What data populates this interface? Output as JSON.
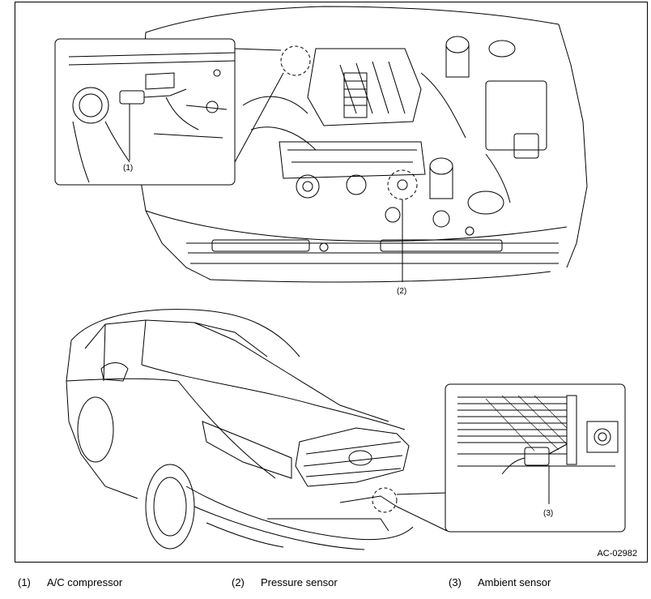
{
  "figure_id": "AC-02982",
  "callouts": {
    "c1": "(1)",
    "c2": "(2)",
    "c3": "(3)"
  },
  "legend": [
    {
      "num": "(1)",
      "label": "A/C compressor"
    },
    {
      "num": "(2)",
      "label": "Pressure sensor"
    },
    {
      "num": "(3)",
      "label": "Ambient sensor"
    }
  ]
}
